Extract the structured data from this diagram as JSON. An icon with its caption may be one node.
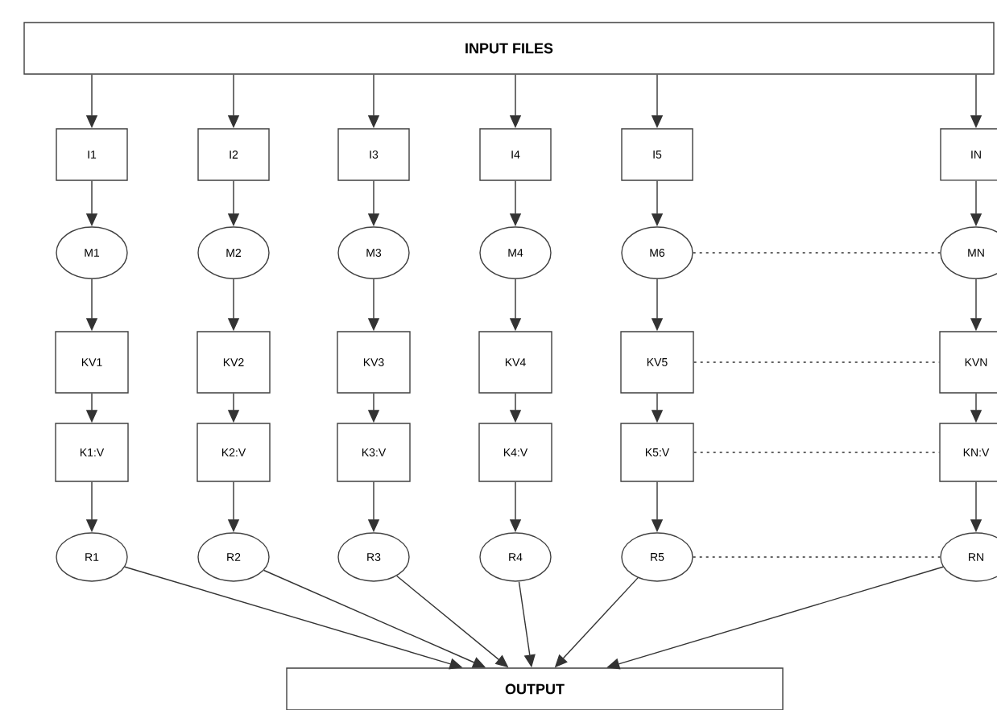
{
  "diagram": {
    "nodes": [
      {
        "text": [
          "INPUT FILES"
        ]
      },
      {
        "text": [
          "I1"
        ]
      },
      {
        "text": [
          "I2"
        ]
      },
      {
        "text": [
          "I3"
        ]
      },
      {
        "text": [
          "I4"
        ]
      },
      {
        "text": [
          "I5"
        ]
      },
      {
        "text": [
          "IN"
        ]
      },
      {
        "text": [
          "M1"
        ]
      },
      {
        "text": [
          "M2"
        ]
      },
      {
        "text": [
          "M3"
        ]
      },
      {
        "text": [
          "M4"
        ]
      },
      {
        "text": [
          "M6"
        ]
      },
      {
        "text": [
          "MN"
        ]
      },
      {
        "text": [
          "KV1"
        ]
      },
      {
        "text": [
          "KV2"
        ]
      },
      {
        "text": [
          "KV3"
        ]
      },
      {
        "text": [
          "KV4"
        ]
      },
      {
        "text": [
          "KV5"
        ]
      },
      {
        "text": [
          "KVN"
        ]
      },
      {
        "text": [
          "K1:V"
        ]
      },
      {
        "text": [
          "K2:V"
        ]
      },
      {
        "text": [
          "K3:V"
        ]
      },
      {
        "text": [
          "K4:V"
        ]
      },
      {
        "text": [
          "K5:V"
        ]
      },
      {
        "text": [
          "KN:V"
        ]
      },
      {
        "text": [
          "R1"
        ]
      },
      {
        "text": [
          "R2"
        ]
      },
      {
        "text": [
          "R3"
        ]
      },
      {
        "text": [
          "R4"
        ]
      },
      {
        "text": [
          "R5"
        ]
      },
      {
        "text": [
          "RN"
        ]
      },
      {
        "text": [
          "OUTPUT"
        ]
      }
    ],
    "edges": [
      {
        "from": 0,
        "to": 1,
        "arrow": "to"
      },
      {
        "from": 0,
        "to": 2,
        "arrow": "to"
      },
      {
        "from": 0,
        "to": 3,
        "arrow": "to"
      },
      {
        "from": 0,
        "to": 4,
        "arrow": "to"
      },
      {
        "from": 0,
        "to": 5,
        "arrow": "to"
      },
      {
        "from": 0,
        "to": 6,
        "arrow": "to"
      },
      {
        "from": 1,
        "to": 7,
        "arrow": "to"
      },
      {
        "from": 2,
        "to": 8,
        "arrow": "to"
      },
      {
        "from": 3,
        "to": 9,
        "arrow": "to"
      },
      {
        "from": 4,
        "to": 10,
        "arrow": "to"
      },
      {
        "from": 5,
        "to": 11,
        "arrow": "to"
      },
      {
        "from": 6,
        "to": 12,
        "arrow": "to"
      },
      {
        "from": 7,
        "to": 13,
        "arrow": "to"
      },
      {
        "from": 8,
        "to": 14,
        "arrow": "to"
      },
      {
        "from": 9,
        "to": 15,
        "arrow": "to"
      },
      {
        "from": 10,
        "to": 16,
        "arrow": "to"
      },
      {
        "from": 11,
        "to": 17,
        "arrow": "to"
      },
      {
        "from": 12,
        "to": 18,
        "arrow": "to"
      },
      {
        "from": 13,
        "to": 19,
        "arrow": "to"
      },
      {
        "from": 14,
        "to": 20,
        "arrow": "to"
      },
      {
        "from": 15,
        "to": 21,
        "arrow": "to"
      },
      {
        "from": 16,
        "to": 22,
        "arrow": "to"
      },
      {
        "from": 17,
        "to": 23,
        "arrow": "to"
      },
      {
        "from": 18,
        "to": 24,
        "arrow": "to"
      },
      {
        "from": 19,
        "to": 25,
        "arrow": "to"
      },
      {
        "from": 20,
        "to": 26,
        "arrow": "to"
      },
      {
        "from": 21,
        "to": 27,
        "arrow": "to"
      },
      {
        "from": 22,
        "to": 28,
        "arrow": "to"
      },
      {
        "from": 23,
        "to": 29,
        "arrow": "to"
      },
      {
        "from": 24,
        "to": 30,
        "arrow": "to"
      },
      {
        "from": 25,
        "to": 31,
        "arrow": "to"
      },
      {
        "from": 26,
        "to": 31,
        "arrow": "to"
      },
      {
        "from": 27,
        "to": 31,
        "arrow": "to"
      },
      {
        "from": 28,
        "to": 31,
        "arrow": "to"
      },
      {
        "from": 29,
        "to": 31,
        "arrow": "to"
      },
      {
        "from": 30,
        "to": 31,
        "arrow": "to"
      },
      {
        "from": 11,
        "to": 12,
        "arrow": "none",
        "style": "dashed"
      },
      {
        "from": 17,
        "to": 18,
        "arrow": "none",
        "style": "dashed"
      },
      {
        "from": 23,
        "to": 24,
        "arrow": "none",
        "style": "dashed"
      },
      {
        "from": 29,
        "to": 30,
        "arrow": "none",
        "style": "dashed"
      }
    ]
  }
}
